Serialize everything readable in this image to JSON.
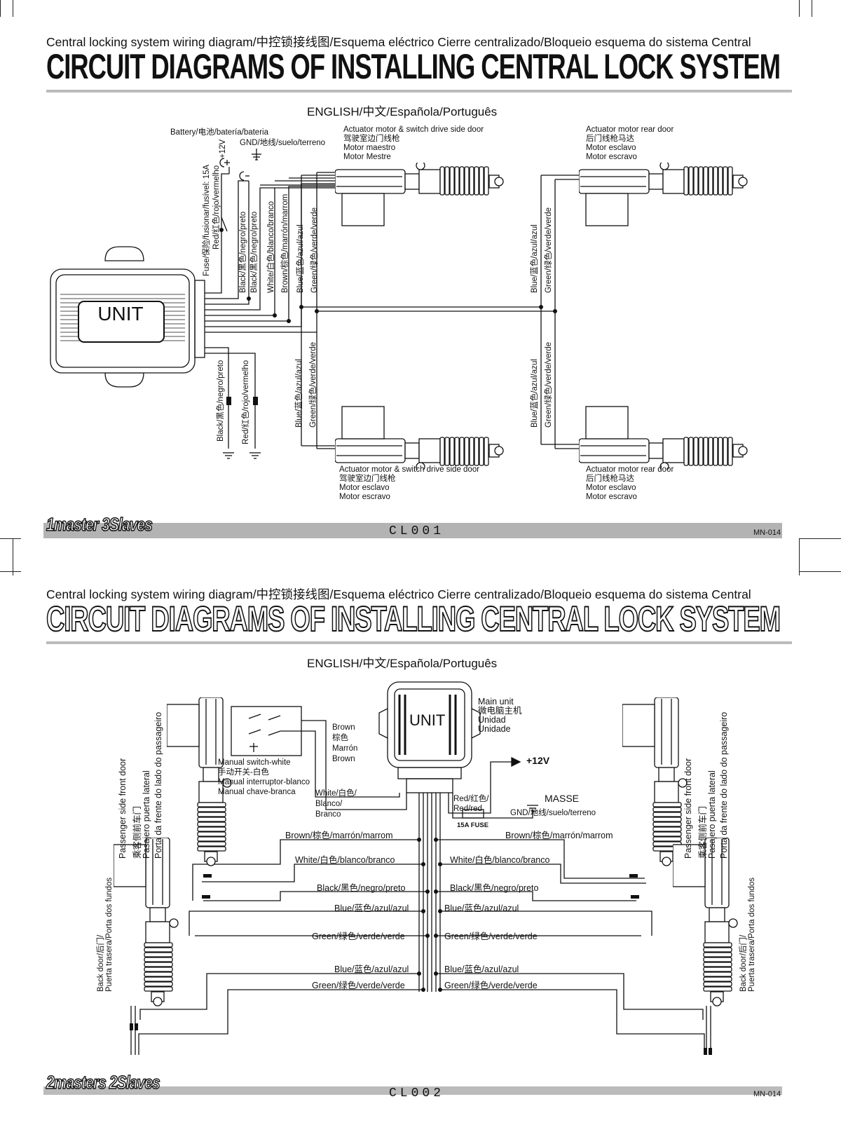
{
  "sheet1": {
    "subtitle": "Central locking system wiring diagram/中控锁接线图/Esquema eléctrico Cierre centralizado/Bloqueio esquema do sistema Central",
    "title": "CIRCUIT DIAGRAMS OF INSTALLING CENTRAL LOCK SYSTEM",
    "languages": "ENGLISH/中文/Española/Português",
    "unit_label": "UNIT",
    "battery_label": "Battery/电池/batería/bateria",
    "gnd_label": "GND/地线/suelo/terreno",
    "plus12v": "+12V",
    "fuse_label": "Fuse/保险/fusionar/fusível: 15A",
    "wires_top": [
      "Red/红色/rojo/vermelho",
      "Black/黑色/negro/preto",
      "Black/黑色/negro/preto",
      "White/白色/blanco/branco",
      "Brown/棕色/marrón/marrom",
      "Blue/蓝色/azul/azul",
      "Green/绿色/verde/verde"
    ],
    "wires_bottom": [
      "Black/黑色/negro/preto",
      "Red/红色/rojo/vermelho"
    ],
    "wires_mid": [
      "Blue/蓝色/azul/azul",
      "Green/绿色/verde/verde"
    ],
    "wires_right_top": [
      "Blue/蓝色/azul/azul",
      "Green/绿色/verde/verde"
    ],
    "wires_right_bottom": [
      "Blue/蓝色/azul/azul",
      "Green/绿色/verde/verde"
    ],
    "act_tl": [
      "Actuator motor & switch drive side door",
      "驾驶室边门线枪",
      "Motor maestro",
      "Motor Mestre"
    ],
    "act_tr": [
      "Actuator motor rear door",
      "后门线枪马达",
      "Motor esclavo",
      "Motor escravo"
    ],
    "act_bl": [
      "Actuator motor & switch drive side door",
      "驾驶室边门线枪",
      "Motor esclavo",
      "Motor escravo"
    ],
    "act_br": [
      "Actuator motor rear door",
      "后门线枪马达",
      "Motor esclavo",
      "Motor escravo"
    ],
    "footer_tag": "1master 3Slaves",
    "footer_code": "CL001",
    "footer_mn": "MN-014"
  },
  "sheet2": {
    "subtitle": "Central locking system wiring diagram/中控锁接线图/Esquema eléctrico Cierre centralizado/Bloqueio esquema do sistema Central",
    "title": "CIRCUIT DIAGRAMS OF INSTALLING CENTRAL LOCK SYSTEM",
    "languages": "ENGLISH/中文/Española/Português",
    "unit_label": "UNIT",
    "main_unit": [
      "Main unit",
      "微电脑主机",
      "Unidad",
      "Unidade"
    ],
    "brown_label": [
      "Brown",
      "棕色",
      "Marrón",
      "Brown"
    ],
    "manual_switch": [
      "Manual switch-white",
      "手动开关-白色",
      "Manual interruptor-blanco",
      "Manual chave-branca"
    ],
    "white_label": [
      "White/白色/",
      "Blanco/",
      "Branco"
    ],
    "red_label": [
      "Red/红色/",
      "Red/red"
    ],
    "fuse": "15A FUSE",
    "plus12v": "+12V",
    "masse": "MASSE",
    "gnd": "GND/地线/suelo/terreno",
    "passenger_door": [
      "Passenger side front door",
      "乘客侧前车门",
      "Pasajero puerta lateral",
      "Porta da frente do lado do passageiro"
    ],
    "back_door": [
      "Back door/后门/",
      "Puerta trasera/Porta dos fundos"
    ],
    "wires_left": [
      "Brown/棕色/marrón/marrom",
      "White/白色/blanco/branco",
      "Black/黑色/negro/preto",
      "Blue/蓝色/azul/azul",
      "Green/绿色/verde/verde",
      "Blue/蓝色/azul/azul",
      "Green/绿色/verde/verde"
    ],
    "wires_right": [
      "Brown/棕色/marrón/marrom",
      "White/白色/blanco/branco",
      "Black/黑色/negro/preto",
      "Blue/蓝色/azul/azul",
      "Green/绿色/verde/verde",
      "Blue/蓝色/azul/azul",
      "Green/绿色/verde/verde"
    ],
    "footer_tag": "2masters 2Slaves",
    "footer_code": "CL002",
    "footer_mn": "MN-014"
  }
}
